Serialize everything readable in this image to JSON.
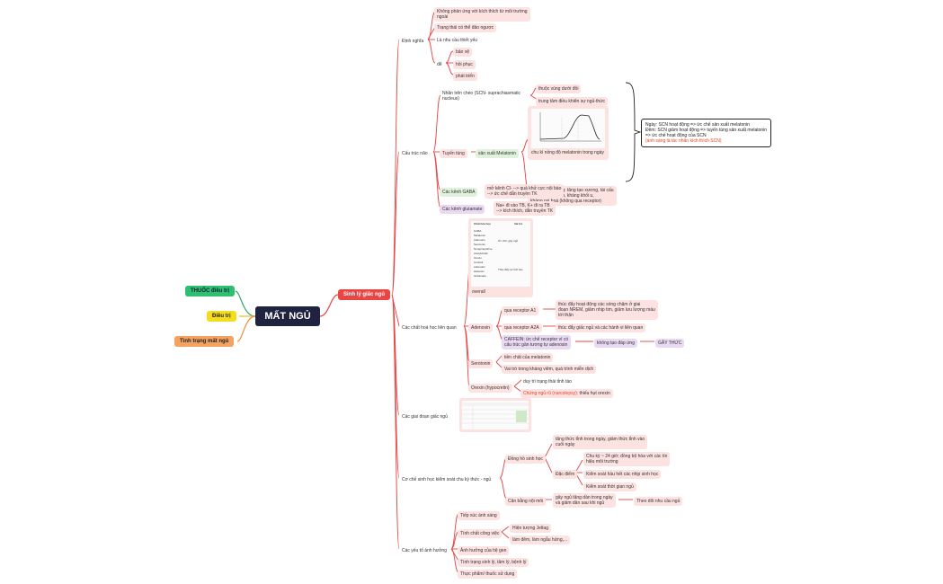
{
  "root": "MẤT NGỦ",
  "left": {
    "thuoc": "THUỐC điều trị",
    "dieutri": "Điều trị",
    "tinhtrang": "Tình trạng mất ngủ"
  },
  "sinhly": "Sinh lý giấc ngủ",
  "dinhnghia": {
    "label": "Định nghĩa",
    "items": [
      "Không phản ứng với kích thích từ môi trường",
      "ngoài",
      "Trạng thái có thể đảo ngược",
      "Là nhu cầu thiết yếu"
    ],
    "de": "để",
    "de_items": [
      "bảo vệ",
      "hồi phục",
      "phát triển"
    ]
  },
  "cautruc": {
    "label": "Cấu trúc não",
    "nhan": [
      "Nhân trên chéo (SCN- suprachiasmatic",
      "nucleus)"
    ],
    "nhan_items": [
      "thuộc vùng dưới đồi",
      "trung tâm điều khiển sự ngủ-thức"
    ],
    "tuyen": "Tuyến tùng",
    "sanxuat": "sản xuất Melatonin",
    "chuky": "chu kì nồng độ melatonin trong ngày",
    "nhieu": [
      "Nhiều chức năng: tăng tạo xương, tái cấu",
      "trúc hệ miễn dịch, kháng khối u,",
      "kháng oxi hoá (không qua receptor)"
    ],
    "gaba": "Các kênh GABA",
    "gaba_desc": [
      "mở kênh Cl- --> quá khử cực nội bào",
      "--> ức chế dẫn truyền TK"
    ],
    "glu": "Các kênh glutamate",
    "glu_desc": [
      "Na+ đi vào TB, K+ đi ra TB",
      "--> kích thích, dẫn truyền TK"
    ],
    "note": [
      "Ngày: SCN hoạt động => ức chế sản xuất melatonin",
      "Đêm: SCN giảm hoạt động => tuyến tùng sản xuất melatonin",
      "=> ức chế hoạt động của SCN"
    ],
    "note_red": "(ánh sáng là tác nhân kích thích SCN)"
  },
  "hoahoc": {
    "label": "Các chất hoá học liên quan",
    "table_head": [
      "Chất hóa học",
      "Vai trò"
    ],
    "table_rows": [
      "GABA",
      "Melatonin",
      "Adenosin",
      "Serotonin",
      "Norepinephrine",
      "Acetylcholin",
      "Orexin",
      "Cortisol",
      "Adrenalin",
      "Histamin",
      "Glutamate"
    ],
    "table_roles": [
      "Ức chế, gây ngủ",
      "Thúc đẩy sự tỉnh táo"
    ],
    "overall": "overall",
    "adenosin": "Adenosin",
    "ra1": "qua receptor A1",
    "ra1_desc": [
      "thúc đẩy hoạt động các sóng chậm ở giai",
      "đoạn NREM, giảm nhịp tim, giảm lưu lượng máu",
      "tới thận"
    ],
    "ra2a": "qua receptor A2A",
    "ra2a_desc": "thúc đẩy giấc ngủ và các hành vi liên quan",
    "caffein": [
      "CAFFEIN: ức chế receptor vì có",
      "cấu trúc gần tương tự adenosin"
    ],
    "khongtao": "không tạo đáp ứng",
    "gaythuc": "GÂY THỨC",
    "serotonin": "Serotonin",
    "sero_items": [
      "tiền chất của melatonin",
      "Vai trò trong kháng viêm, quá trình miễn dịch"
    ],
    "orexin": "Orexin (hypocretin)",
    "orexin_item": "duy trì trạng thái tỉnh táo",
    "chung": "Chứng ngủ rũ (narcolepsy):",
    "thieu": "thiếu hụt orexin"
  },
  "giaidoan": {
    "label": "Các giai đoạn giấc ngủ"
  },
  "cochesh": {
    "label": "Cơ chế sinh học kiểm soát chu kỳ thức - ngủ",
    "dongho": "Đồng hồ sinh học",
    "tang": [
      "tăng thức tỉnh trong ngày, giảm thức tỉnh vào",
      "cuối ngày"
    ],
    "dacdiem": "Đặc điểm",
    "dd_items": [
      "Chu kỳ ~ 24 giờ; đồng bộ hóa với các tín",
      "hiệu môi trường",
      "Kiểm soát hầu hết các nhịp sinh học",
      "Kiểm soát thời gian ngủ"
    ],
    "canbang": "Cân bằng nội môi",
    "gay": [
      "gây ngủ tăng dần trong ngày",
      "và giảm dần sau khi ngủ"
    ],
    "theodoi": "Theo dõi nhu cầu ngủ"
  },
  "yeuto": {
    "label": "Các yếu tố ảnh hưởng",
    "items": [
      "Tiếp xúc ánh sáng",
      "Tính chất công việc",
      "Ảnh hưởng của hệ gen",
      "Tình trạng sinh lý, tâm lý, bệnh lý",
      "Thực phẩm/ thuốc sử dụng"
    ],
    "job": [
      "Hiện tượng Jetlag",
      "làm đêm, làm ngẫu hứng,..."
    ]
  }
}
